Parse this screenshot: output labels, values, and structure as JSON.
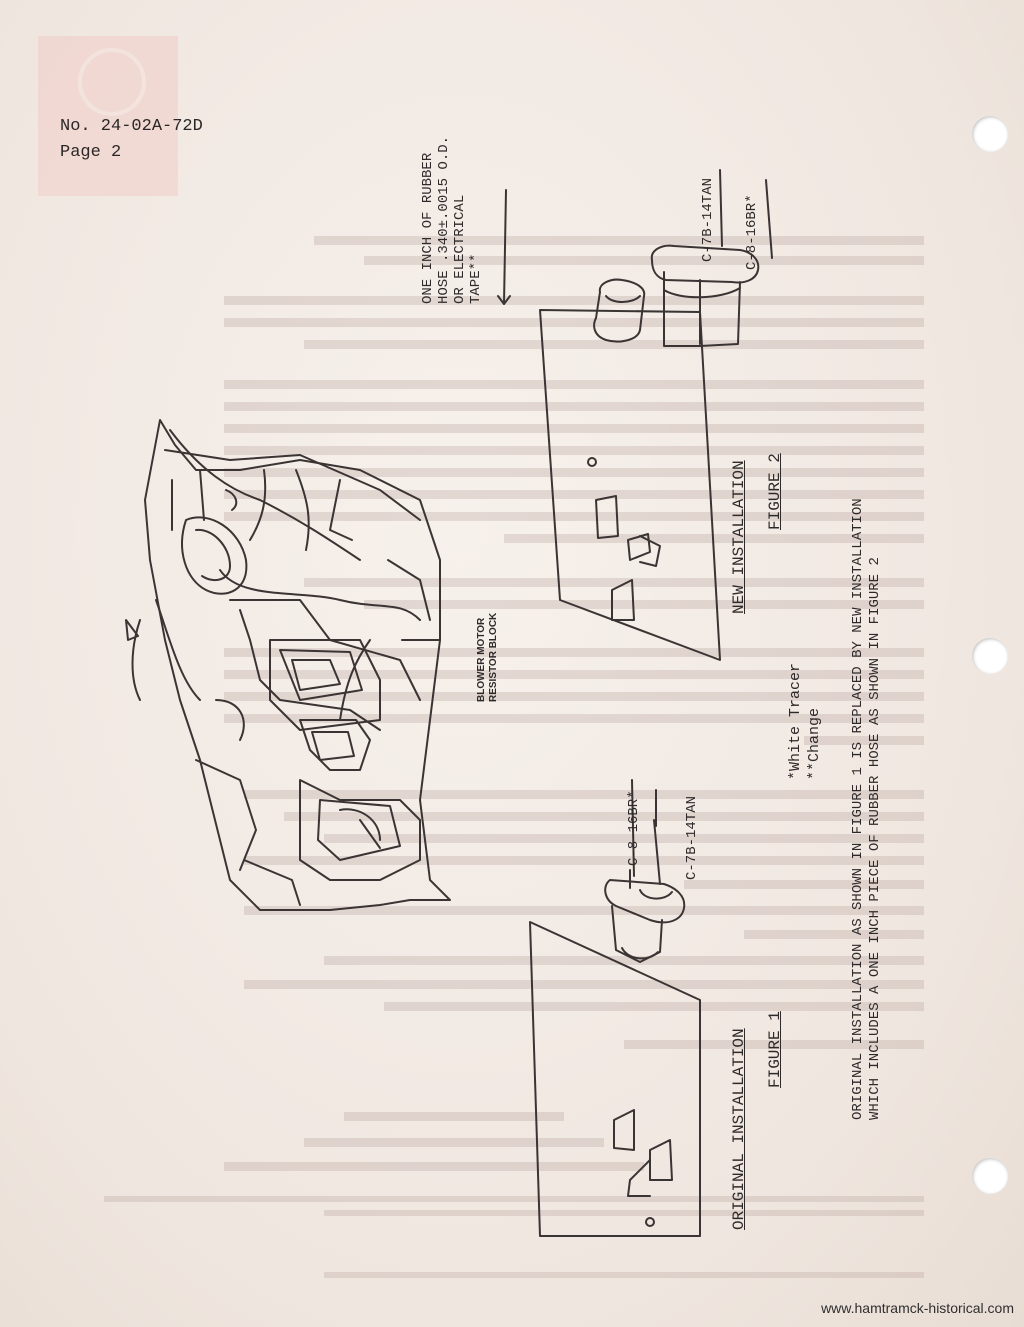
{
  "header": {
    "bulletin_number": "No. 24-02A-72D",
    "page": "Page 2"
  },
  "caption": {
    "line1": "ORIGINAL INSTALLATION AS SHOWN IN FIGURE 1 IS REPLACED BY NEW INSTALLATION",
    "line2": "WHICH INCLUDES A ONE INCH PIECE OF RUBBER HOSE AS SHOWN IN FIGURE 2"
  },
  "figure1": {
    "installation": "ORIGINAL INSTALLATION",
    "title": "FIGURE 1",
    "wire_br": "C-8-16BR*",
    "wire_tan": "C-7B-14TAN"
  },
  "figure2": {
    "installation": "NEW INSTALLATION",
    "title": "FIGURE 2",
    "wire_br": "C-8-16BR*",
    "wire_tan": "C-7B-14TAN",
    "rubber_note": [
      "ONE INCH OF RUBBER",
      "HOSE .340±.0015 O.D.",
      "OR ELECTRICAL",
      "TAPE**"
    ]
  },
  "illustration": {
    "resistor_label": [
      "BLOWER MOTOR",
      "RESISTOR BLOCK"
    ]
  },
  "notes": {
    "tracer": "*White Tracer",
    "change": "**Change"
  },
  "footer": {
    "website": "www.hamtramck-historical.com"
  },
  "colors": {
    "paper": "#f3ece6",
    "ink": "#2a2626",
    "bleed_red": "#e7c8c3"
  }
}
